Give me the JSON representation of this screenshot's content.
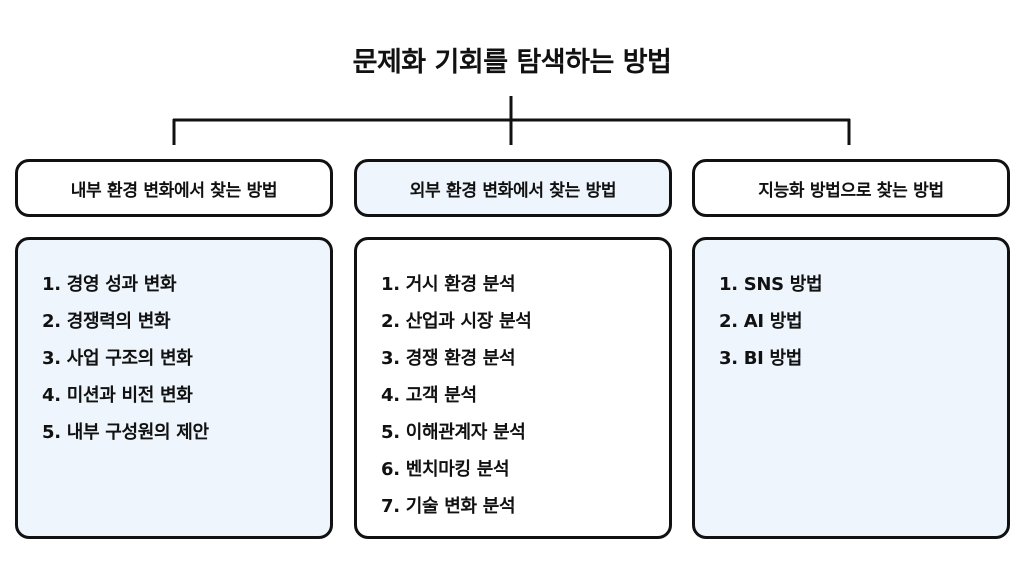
{
  "title": "문제화 기회를 탐색하는 방법",
  "columns": [
    {
      "header": "내부 환경 변화에서 찾는 방법",
      "items": [
        "1. 경영 성과 변화",
        "2. 경쟁력의 변화",
        "3. 사업 구조의 변화",
        "4. 미션과 비전 변화",
        "5. 내부 구성원의 제안"
      ]
    },
    {
      "header": "외부 환경 변화에서 찾는 방법",
      "items": [
        "1. 거시 환경 분석",
        "2. 산업과 시장 분석",
        "3. 경쟁 환경 분석",
        "4. 고객 분석",
        "5. 이해관계자 분석",
        "6. 벤치마킹 분석",
        "7. 기술 변화 분석"
      ]
    },
    {
      "header": "지능화 방법으로 찾는 방법",
      "items": [
        "1. SNS 방법",
        "2. AI 방법",
        "3. BI 방법"
      ]
    }
  ],
  "colors": {
    "line": "#111111",
    "tint": "#eef5fc",
    "background": "#ffffff"
  }
}
